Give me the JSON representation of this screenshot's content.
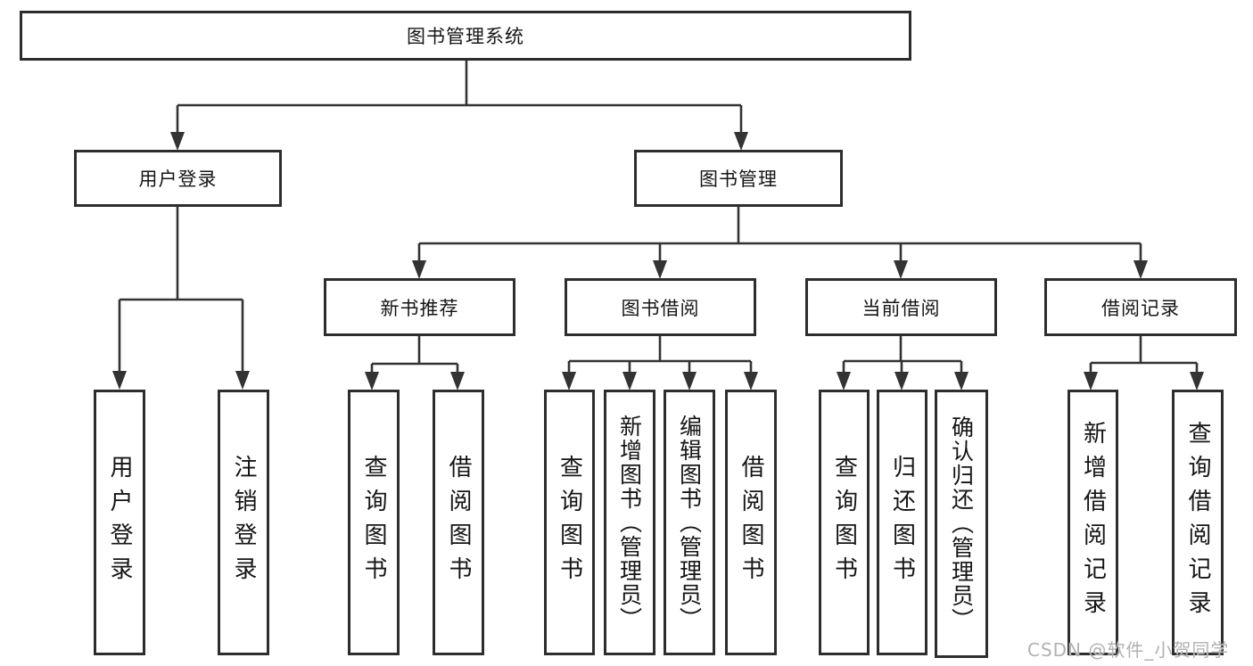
{
  "tree": {
    "label": "图书管理系统",
    "children": [
      {
        "label": "用户登录",
        "children": [
          {
            "label": "用户登录"
          },
          {
            "label": "注销登录"
          }
        ]
      },
      {
        "label": "图书管理",
        "children": [
          {
            "label": "新书推荐",
            "children": [
              {
                "label": "查询图书"
              },
              {
                "label": "借阅图书"
              }
            ]
          },
          {
            "label": "图书借阅",
            "children": [
              {
                "label": "查询图书"
              },
              {
                "label": "新增图书（管理员）"
              },
              {
                "label": "编辑图书（管理员）"
              },
              {
                "label": "借阅图书"
              }
            ]
          },
          {
            "label": "当前借阅",
            "children": [
              {
                "label": "查询图书"
              },
              {
                "label": "归还图书"
              },
              {
                "label": "确认归还（管理员）"
              }
            ]
          },
          {
            "label": "借阅记录",
            "children": [
              {
                "label": "新增借阅记录"
              },
              {
                "label": "查询借阅记录"
              }
            ]
          }
        ]
      }
    ]
  },
  "watermark": {
    "text": "CSDN @软件_小贺同学"
  },
  "colors": {
    "line": "#333333",
    "box_border": "#2d2d2d",
    "text": "#151515",
    "watermark": "#adadad",
    "background": "#ffffff"
  }
}
